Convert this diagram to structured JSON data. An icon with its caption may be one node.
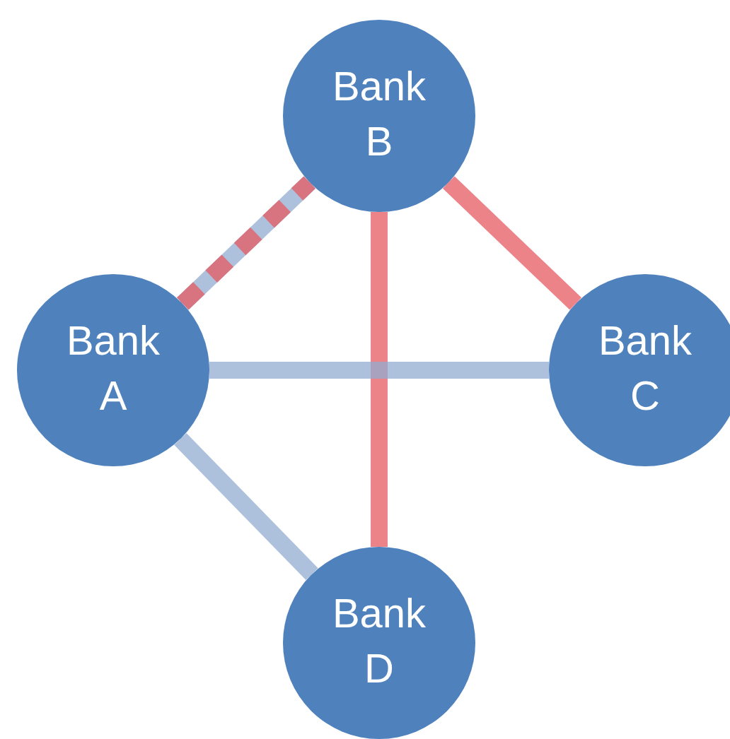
{
  "diagram": {
    "nodes": [
      {
        "text": [
          "Bank B"
        ]
      },
      {
        "text": [
          "Bank A"
        ]
      },
      {
        "text": [
          "Bank C"
        ]
      },
      {
        "text": [
          "Bank D"
        ]
      }
    ],
    "edges": [
      {
        "from": 1,
        "to": 0,
        "arrow": "none",
        "style": "dashed"
      },
      {
        "from": 0,
        "to": 2,
        "arrow": "none"
      },
      {
        "from": 0,
        "to": 3,
        "arrow": "none"
      },
      {
        "from": 1,
        "to": 2,
        "arrow": "none",
        "color": "#93acd0"
      },
      {
        "from": 1,
        "to": 3,
        "arrow": "none",
        "color": "#93acd0"
      }
    ]
  }
}
